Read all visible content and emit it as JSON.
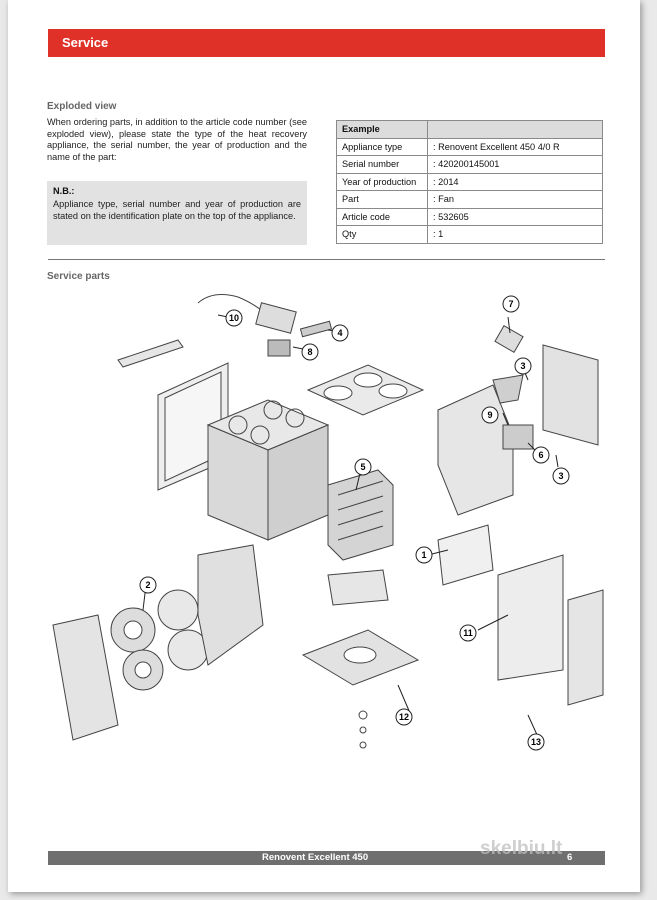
{
  "banner": {
    "title": "Service"
  },
  "exploded": {
    "heading": "Exploded view",
    "body": "When ordering parts, in addition to the article code number (see exploded view), please state the type of the heat recovery appliance, the serial number, the year of production and the name of the part:",
    "nb_title": "N.B.:",
    "nb_text": "Appliance type, serial number and year of production are stated on the identification plate on the top of the appliance."
  },
  "example_table": {
    "header": "Example",
    "rows": [
      {
        "label": "Appliance type",
        "value": ": Renovent Excellent 450 4/0 R"
      },
      {
        "label": "Serial number",
        "value": ": 420200145001"
      },
      {
        "label": "Year of production",
        "value": ": 2014"
      },
      {
        "label": "Part",
        "value": ": Fan"
      },
      {
        "label": "Article code",
        "value": ": 532605"
      },
      {
        "label": "Qty",
        "value": ": 1"
      }
    ]
  },
  "service_parts": {
    "heading": "Service parts",
    "callouts": [
      "10",
      "4",
      "8",
      "7",
      "3",
      "9",
      "6",
      "3",
      "5",
      "2",
      "1",
      "11",
      "12",
      "13"
    ]
  },
  "footer": {
    "title": "Renovent Excellent 450",
    "page": "6"
  },
  "watermark": "skelbiu.lt",
  "colors": {
    "banner": "#e03128",
    "footer": "#6f6f6f",
    "note_bg": "#e2e2e2"
  }
}
